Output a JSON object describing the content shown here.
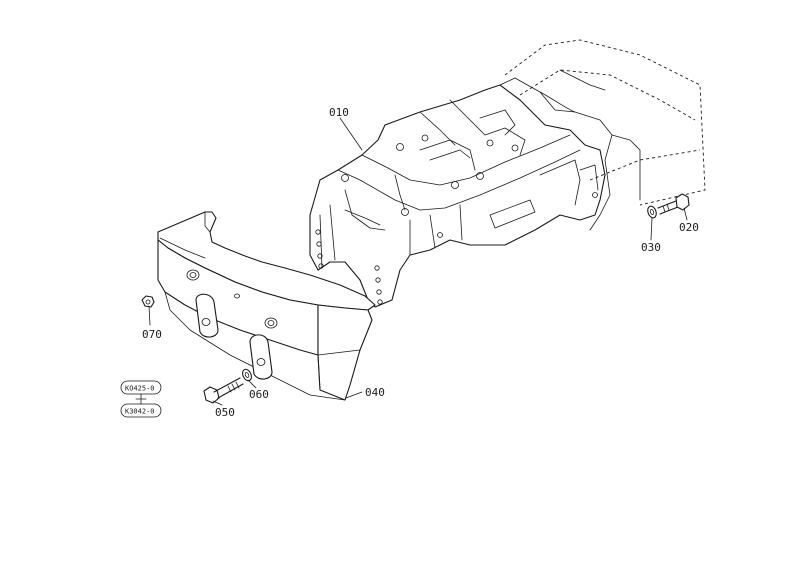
{
  "diagram": {
    "callouts": {
      "frame": "010",
      "bolt_right": "020",
      "washer_right": "030",
      "weight": "040",
      "bolt_left": "050",
      "washer_left": "060",
      "nut": "070"
    },
    "serial_range": {
      "from": "KO425-0",
      "to": "K3042-0"
    }
  }
}
